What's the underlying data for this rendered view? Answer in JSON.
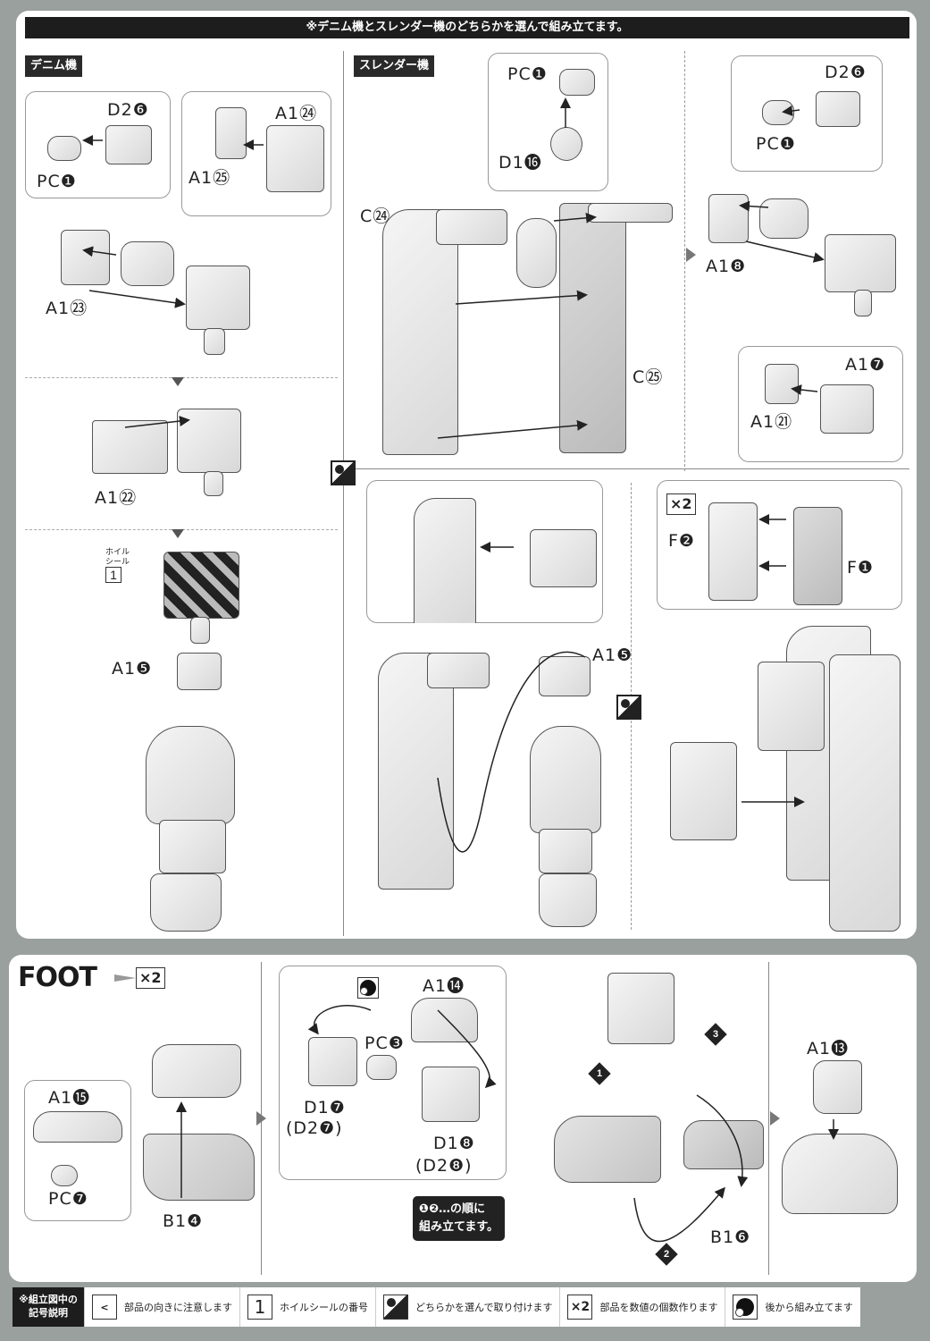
{
  "header": {
    "banner": "※デニム機とスレンダー機のどちらかを選んで組み立てます。"
  },
  "denim": {
    "tag": "デニム機",
    "labels": {
      "d2_6": "D2❻",
      "pc_1": "PC❶",
      "a1_24": "A1㉔",
      "a1_25": "A1㉕",
      "a1_23": "A1㉓",
      "a1_22": "A1㉒",
      "a1_5": "A1❺"
    },
    "sticker": {
      "caption_line1": "ホイル",
      "caption_line2": "シール",
      "number": "1"
    }
  },
  "slender": {
    "tag": "スレンダー機",
    "labels": {
      "pc_1": "PC❶",
      "d1_16": "D1⓰",
      "c_24": "C㉔",
      "c_25": "C㉕",
      "d2_6": "D2❻",
      "pc_1b": "PC❶",
      "a1_8": "A1❽",
      "a1_7": "A1❼",
      "a1_21": "A1㉑",
      "a1_5": "A1❺",
      "f_2": "F❷",
      "f_1": "F❶"
    },
    "multiplier": "×2"
  },
  "foot": {
    "title": "FOOT",
    "multiplier": "×2",
    "labels": {
      "a1_15": "A1⓯",
      "pc_7": "PC❼",
      "b1_4": "B1❹",
      "a1_14": "A1⓮",
      "pc_3": "PC❸",
      "d1_7": "D1❼",
      "d2_7": "(D2❼)",
      "d1_8": "D1❽",
      "d2_8": "(D2❽)",
      "b1_6": "B1❻",
      "a1_13": "A1⓭"
    },
    "steps": [
      "1",
      "2",
      "3"
    ],
    "note_line1": "❶❷…の順に",
    "note_line2": "組み立てます。"
  },
  "legend": {
    "title_line1": "※組立図中の",
    "title_line2": "記号説明",
    "items": [
      {
        "symbol": "<",
        "text": "部品の向きに注意します"
      },
      {
        "symbol": "1",
        "text": "ホイルシールの番号"
      },
      {
        "symbol": "choice-icon",
        "text": "どちらかを選んで取り付けます"
      },
      {
        "symbol": "×2",
        "text": "部品を数値の個数作ります"
      },
      {
        "symbol": "later-icon",
        "text": "後から組み立てます"
      }
    ]
  }
}
